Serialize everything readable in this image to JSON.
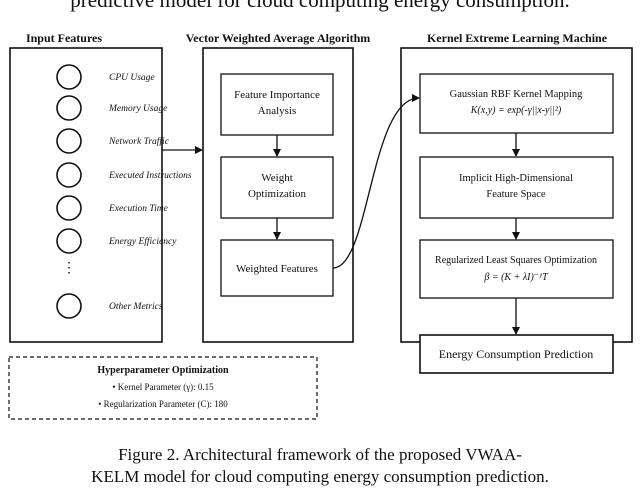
{
  "intro_text": "predictive model for cloud computing energy consumption.",
  "input_panel": {
    "title": "Input Features",
    "features": [
      "CPU Usage",
      "Memory Usage",
      "Network Traffic",
      "Executed Instructions",
      "Execution Time",
      "Energy Efficiency"
    ],
    "ellipsis": "⋮",
    "other": "Other Metrics"
  },
  "vwaa_panel": {
    "title": "Vector Weighted Average Algorithm",
    "box1_line1": "Feature Importance",
    "box1_line2": "Analysis",
    "box2_line1": "Weight",
    "box2_line2": "Optimization",
    "box3": "Weighted Features"
  },
  "kelm_panel": {
    "title": "Kernel Extreme Learning Machine",
    "box1_line1": "Gaussian RBF Kernel Mapping",
    "box1_formula": "K(x,y) = exp(-γ||x-y||²)",
    "box2_line1": "Implicit High-Dimensional",
    "box2_line2": "Feature Space",
    "box3_line1": "Regularized Least Squares Optimization",
    "box3_formula": "β = (K + λI)⁻¹T"
  },
  "output": "Energy Consumption Prediction",
  "hyperparams": {
    "title": "Hyperparameter Optimization",
    "kernel": "• Kernel Parameter (γ): 0.15",
    "regularization": "• Regularization Parameter (C): 180"
  },
  "caption": {
    "line1": "Figure 2.      Architectural framework of the proposed VWAA-",
    "line2": "KELM model for cloud computing energy consumption prediction."
  }
}
